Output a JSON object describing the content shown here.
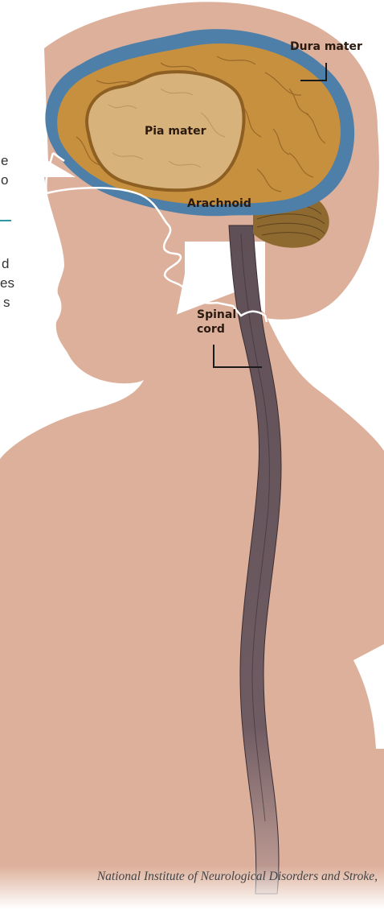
{
  "labels": {
    "dura_mater": "Dura mater",
    "pia_mater": "Pia mater",
    "arachnoid": "Arachnoid",
    "spinal_cord_line1": "Spinal",
    "spinal_cord_line2": "cord"
  },
  "cut_off_text": [
    "e",
    "o",
    "d",
    "es",
    "s"
  ],
  "credit": "National Institute of Neurological Disorders and Stroke,",
  "colors": {
    "skin": "#ddb09b",
    "dura": "#4e7fa8",
    "arachnoid": "#c7903f",
    "pia": "#d7b27a",
    "cerebellum": "#8f6a30",
    "spinal_cord": "#6b5a60",
    "accent_line": "#2a9aa0"
  }
}
